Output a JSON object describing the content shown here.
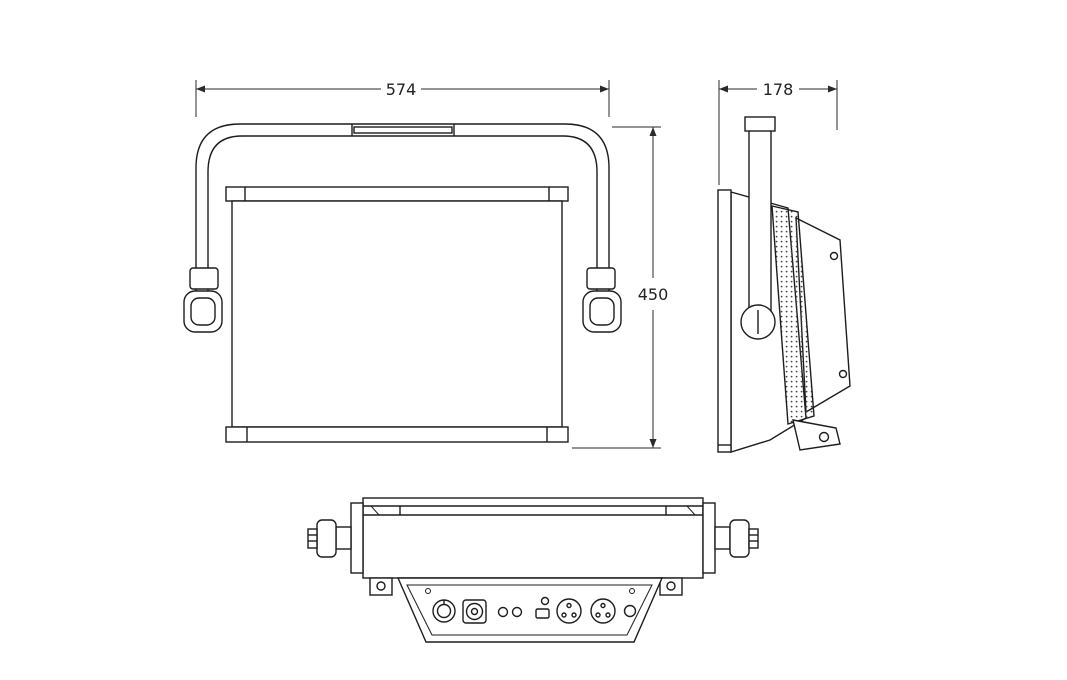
{
  "page": {
    "background_color": "#ffffff",
    "line_color": "#1d1d1d"
  },
  "drawing": {
    "views": {
      "front": "front-view",
      "side": "side-view",
      "bottom": "bottom-view"
    },
    "dimensions": {
      "front_width": "574",
      "front_height": "450",
      "side_depth": "178"
    }
  }
}
